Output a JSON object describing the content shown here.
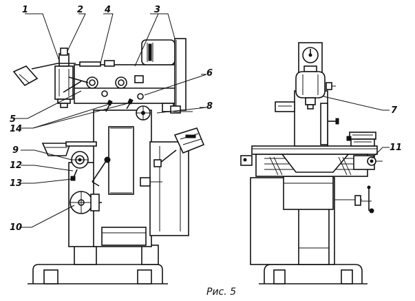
{
  "figure": {
    "caption": "Рис. 5",
    "callouts": {
      "c1": "1",
      "c2": "2",
      "c3": "3",
      "c4": "4",
      "c5": "5",
      "c6": "6",
      "c7": "7",
      "c8": "8",
      "c9": "9",
      "c10": "10",
      "c11": "11",
      "c12": "12",
      "c13": "13",
      "c14": "14"
    }
  }
}
